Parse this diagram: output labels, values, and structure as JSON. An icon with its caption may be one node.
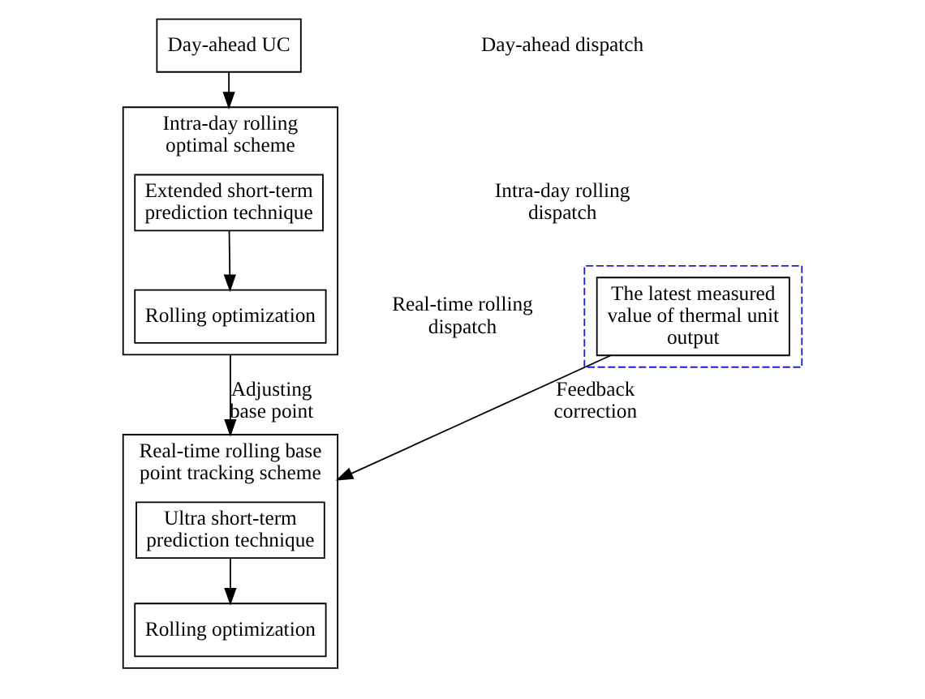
{
  "diagram": {
    "nodes": [
      {
        "text": [
          "Day-ahead UC"
        ]
      },
      {
        "text": [
          "Intra-day rolling optimal scheme"
        ]
      },
      {
        "text": [
          "Extended short-term prediction technique"
        ],
        "in": 1
      },
      {
        "text": [
          "Rolling optimization"
        ],
        "in": 1
      },
      {
        "text": [
          "Real-time rolling base point tracking scheme"
        ]
      },
      {
        "text": [
          "Ultra short-term prediction technique"
        ],
        "in": 4
      },
      {
        "text": [
          "Rolling optimization"
        ],
        "in": 4
      },
      {
        "text": [],
        "shape": "box"
      },
      {
        "text": [
          "The latest measured value of thermal unit output"
        ],
        "in": 7
      }
    ],
    "edges": [
      {
        "from": 0,
        "to": 1,
        "arrow": "to"
      },
      {
        "from": 2,
        "to": 3,
        "arrow": "to"
      },
      {
        "from": 1,
        "to": 4,
        "arrow": "to",
        "label": "Adjusting base point"
      },
      {
        "from": 5,
        "to": 6,
        "arrow": "to"
      },
      {
        "from": 8,
        "to": 4,
        "arrow": "to",
        "label": "Feedback correction"
      }
    ],
    "labels": [
      "Day-ahead dispatch",
      "Intra-day rolling dispatch",
      "Real-time rolling dispatch"
    ]
  }
}
